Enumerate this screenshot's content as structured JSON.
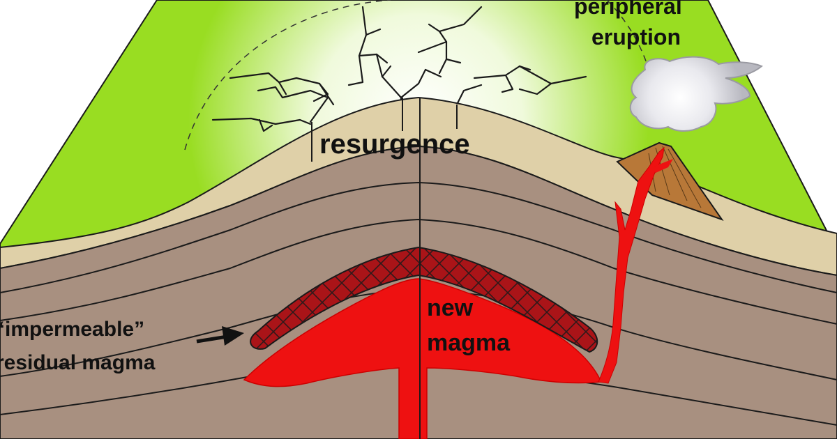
{
  "labels": {
    "resurgence": "resurgence",
    "peripheral_line1": "peripheral",
    "peripheral_line2": "eruption",
    "new_magma_line1": "new",
    "new_magma_line2": "magma",
    "impermeable_line1": "“impermeable”",
    "impermeable_line2": "residual magma"
  },
  "colors": {
    "sky": "#ffffff",
    "volcano_green": "#99dd22",
    "glow": "#f4fbe6",
    "tan_layer": "#dfd0a8",
    "brown_layer": "#a89080",
    "magma": "#ee1111",
    "residual_magma": "#aa1418",
    "cone": "#b87838",
    "plume": "#c8c8cc",
    "outline": "#1a1a1a"
  }
}
